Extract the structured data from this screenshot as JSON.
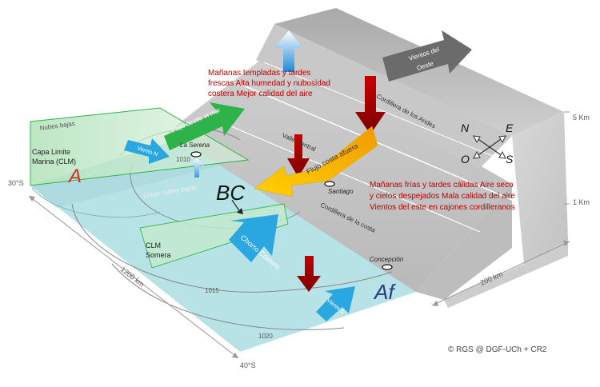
{
  "labels": {
    "nubes_bajas": "Nubes bajas",
    "capa_limite_1": "Capa Limite",
    "capa_limite_2": "Marina (CLM)",
    "flujo_desde_mar": "Flujo desde  el mar",
    "viento_n": "Viento N",
    "la_serena": "La Serena",
    "p1010": "1010",
    "limite_nubes_bajas": "Limite nubes bajas",
    "clm_somera_1": "CLM",
    "clm_somera_2": "Somera",
    "chorro_costero": "Chorro Costero",
    "p1015": "1015",
    "p1020": "1020",
    "viento_s": "Viento S",
    "concepcion": "Concepción",
    "valle_central": "Valle Central",
    "flujo_costa_afuera": "Flujo costa afuera",
    "santiago": "Santiago",
    "cordillera_costa": "Cordillera de la costa",
    "cordillera_andes": "Cordillera de los Andes",
    "vientos_oeste_1": "Vientos del",
    "vientos_oeste_2": "Oeste",
    "A": "A",
    "BC": "BC",
    "Af": "Af",
    "compass_n": "N",
    "compass_e": "E",
    "compass_o": "O",
    "compass_s": "S"
  },
  "notes": {
    "morning_top": [
      "Mañanas templadas y tardes",
      "frescas  Alta humedad y nubosidad",
      "costera  Mejor calidad del aire"
    ],
    "morning_bottom": [
      "Mañanas frías y tardes cálidas  Aire seco",
      "y cielos despejados  Mala calidad del aire",
      "Vientos del este en cajones cordilleranos"
    ]
  },
  "axes": {
    "lat_30": "30°S",
    "lat_40": "40°S",
    "dist_1200": "1200 km",
    "dist_200": "200 km",
    "alt_5": "5 Km",
    "alt_1": "1 Km"
  },
  "credit": "© RGS @ DGF-UCh + CR2",
  "colors": {
    "ocean": "#b8e3e8",
    "terrain_top": "#d4d4d4",
    "terrain_face": "#bdbdbd",
    "green": "#2db34a",
    "blue": "#2aa6e0",
    "orange": "#f6b800",
    "darkred": "#a00000",
    "note_red": "#c00000"
  }
}
